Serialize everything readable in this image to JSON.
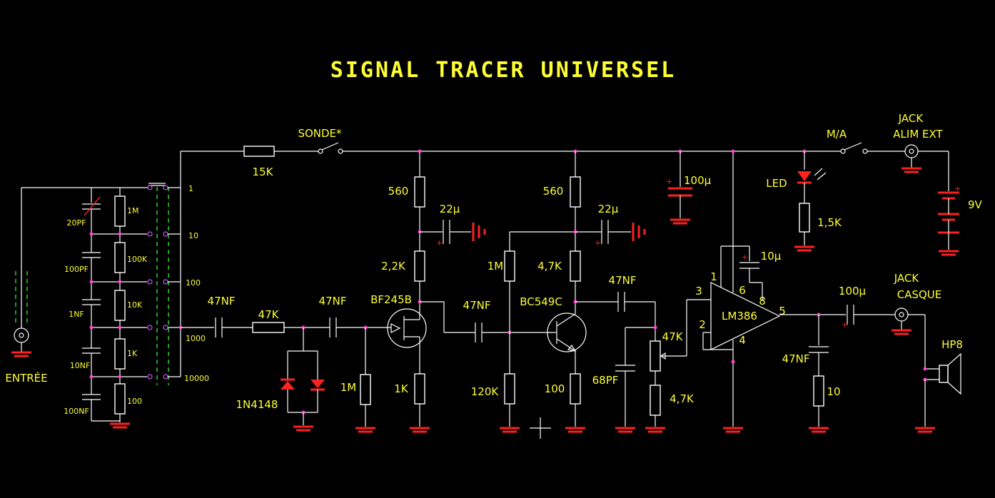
{
  "title": "SIGNAL TRACER UNIVERSEL",
  "labels": {
    "r_input": "15K",
    "probe": "SONDE*",
    "onoff": "M/A",
    "jack_ext_1": "JACK",
    "jack_ext_2": "ALIM EXT",
    "battery": "9V",
    "led": "LED",
    "r_led": "1,5K",
    "c_supply": "100µ",
    "input": "ENTRÉE",
    "att_r": [
      "1M",
      "100K",
      "10K",
      "1K",
      "100"
    ],
    "att_c": [
      "20PF",
      "100PF",
      "1NF",
      "10NF",
      "100NF"
    ],
    "att_pos": [
      "1",
      "10",
      "100",
      "1000",
      "10000"
    ],
    "c1": "47NF",
    "r1": "47K",
    "c2": "47NF",
    "diodes": "1N4148",
    "r_gate": "1M",
    "fet": "BF245B",
    "r_fet_d1": "560",
    "r_fet_d2": "2,2K",
    "c_fet": "22µ",
    "r_fet_s": "1K",
    "c3": "47NF",
    "r_bias1": "1M",
    "r_bias2": "120K",
    "bjt": "BC549C",
    "r_bjt_c1": "560",
    "r_bjt_c2": "4,7K",
    "c_bjt": "22µ",
    "r_bjt_e": "100",
    "c4": "47NF",
    "c5": "68PF",
    "pot": "47K",
    "r_pot": "4,7K",
    "amp": "LM386",
    "pin1": "1",
    "pin2": "2",
    "pin3": "3",
    "pin4": "4",
    "pin5": "5",
    "pin6": "6",
    "pin8": "8",
    "c_gain": "10µ",
    "c_out": "100µ",
    "c_zobel": "47NF",
    "r_zobel": "10",
    "jack_hp_1": "JACK",
    "jack_hp_2": "CASQUE",
    "speaker": "HP8"
  },
  "colors": {
    "text": "#ffff33",
    "wire": "#ffffff",
    "ground": "#ff2020",
    "node": "#ff44cc",
    "switch_dash": "#33cc33"
  }
}
